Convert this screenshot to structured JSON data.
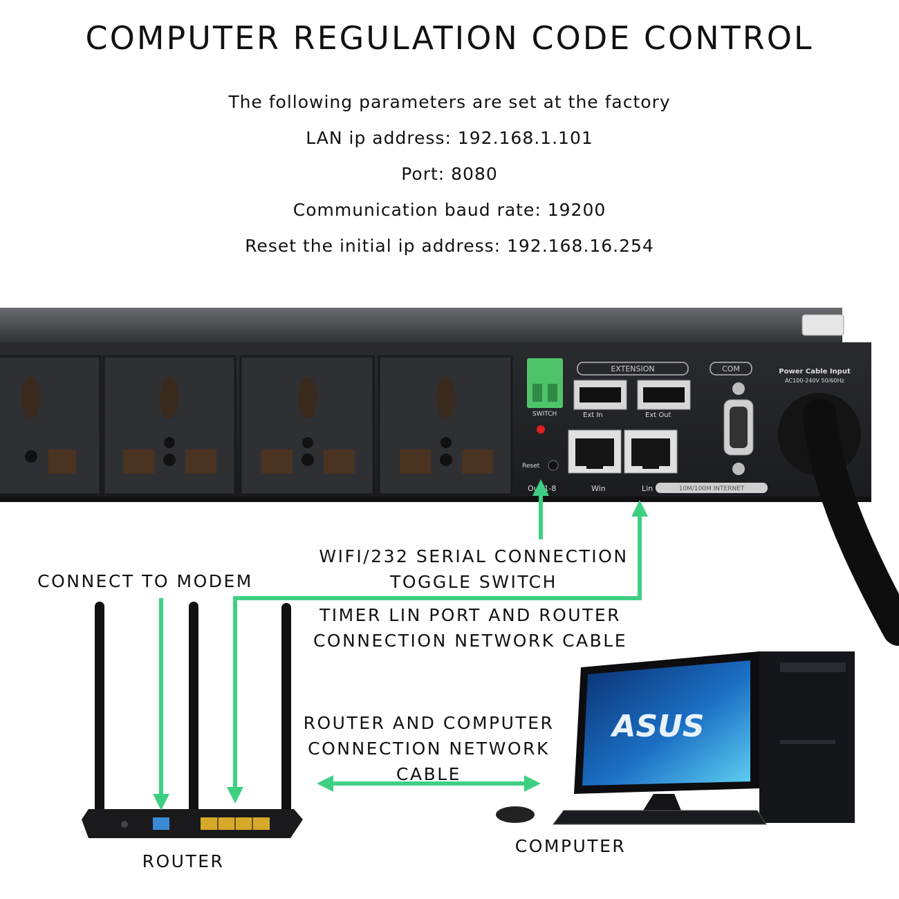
{
  "title": "COMPUTER REGULATION CODE CONTROL",
  "parameters": [
    "The following parameters are set at the factory",
    "LAN ip address: 192.168.1.101",
    "Port: 8080",
    "Communication baud rate: 19200",
    "Reset the initial ip address: 192.168.16.254"
  ],
  "device_labels": {
    "extension": "EXTENSION",
    "com": "COM",
    "power_input_1": "Power Cable Input",
    "power_input_2": "AC100-240V 50/60Hz",
    "switch": "SWITCH",
    "ext_in": "Ext In",
    "ext_out": "Ext Out",
    "reset": "Reset",
    "out": "Out 1-8",
    "win": "Win",
    "lin": "Lin",
    "internet": "10M/100M INTERNET"
  },
  "monitor_brand": "ASUS",
  "callouts": {
    "modem": "CONNECT TO MODEM",
    "serial_line1": "WIFI/232 SERIAL CONNECTION",
    "serial_line2": "TOGGLE SWITCH",
    "timer_line1": "TIMER LIN PORT AND ROUTER",
    "timer_line2": "CONNECTION NETWORK CABLE",
    "rc_line1": "ROUTER AND COMPUTER",
    "rc_line2": "CONNECTION NETWORK",
    "rc_line3": "CABLE",
    "router": "ROUTER",
    "computer": "COMPUTER"
  },
  "colors": {
    "arrow": "#3ecf83",
    "device_body": "#232427",
    "socket": "#2e2f33",
    "terminal_green": "#4fc36a",
    "status_led": "#e02020",
    "router_port_blue": "#3a8ad6",
    "router_port_yellow": "#d7a92a"
  }
}
